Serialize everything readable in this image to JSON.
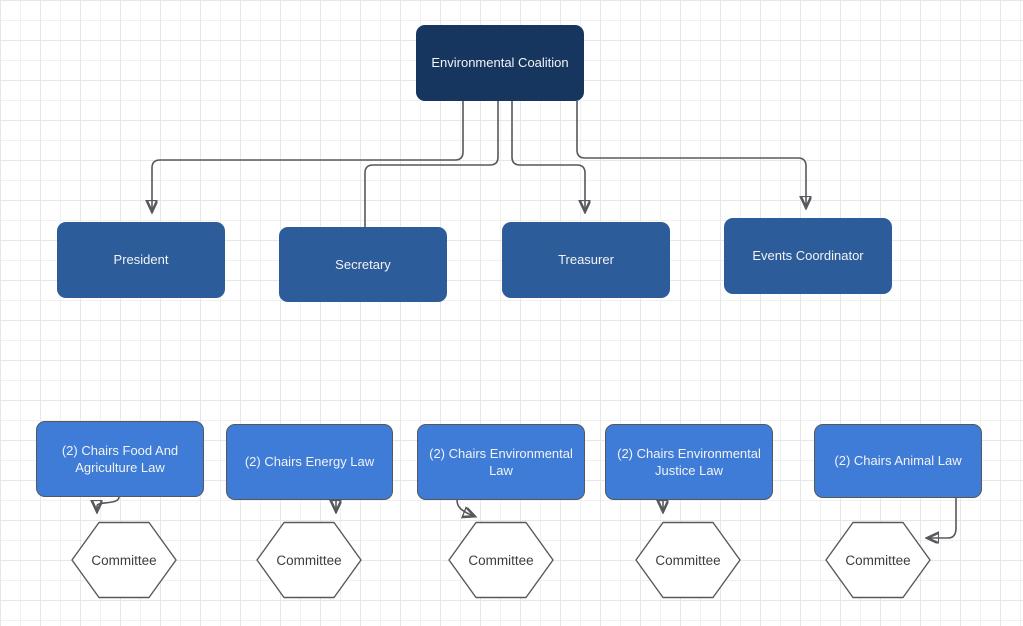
{
  "diagram": {
    "title_node": "Environmental Coalition",
    "officers": [
      "President",
      "Secretary",
      "Treasurer",
      "Events Coordinator"
    ],
    "chairs": [
      "(2) Chairs Food And Agriculture Law",
      "(2) Chairs Energy Law",
      "(2) Chairs Environmental Law",
      "(2) Chairs Environmental Justice Law",
      "(2) Chairs Animal Law"
    ],
    "committee_label": "Committee",
    "edges": [
      {
        "from": "Environmental Coalition",
        "to": "President",
        "arrow": true
      },
      {
        "from": "Environmental Coalition",
        "to": "Secretary",
        "arrow": false
      },
      {
        "from": "Environmental Coalition",
        "to": "Treasurer",
        "arrow": true
      },
      {
        "from": "Environmental Coalition",
        "to": "Events Coordinator",
        "arrow": true
      },
      {
        "from": "(2) Chairs Food And Agriculture Law",
        "to": "Committee",
        "arrow": true
      },
      {
        "from": "(2) Chairs Energy Law",
        "to": "Committee",
        "arrow": true
      },
      {
        "from": "(2) Chairs Environmental Law",
        "to": "Committee",
        "arrow": true
      },
      {
        "from": "(2) Chairs Environmental Justice Law",
        "to": "Committee",
        "arrow": true
      },
      {
        "from": "(2) Chairs Animal Law",
        "to": "Committee",
        "arrow": true
      }
    ],
    "colors": {
      "root_fill": "#17365f",
      "officer_fill": "#2d5c9b",
      "chair_fill": "#3e7cd7",
      "chair_border": "#55575b",
      "connector": "#56585c",
      "arrowhead": "#38393b",
      "hexagon_fill": "#ffffff",
      "hexagon_border": "#58595b",
      "label_light": "#f2f3f5",
      "label_dark": "#3d3d3d",
      "grid_line": "#e7e7e7",
      "canvas": "#ffffff"
    }
  }
}
